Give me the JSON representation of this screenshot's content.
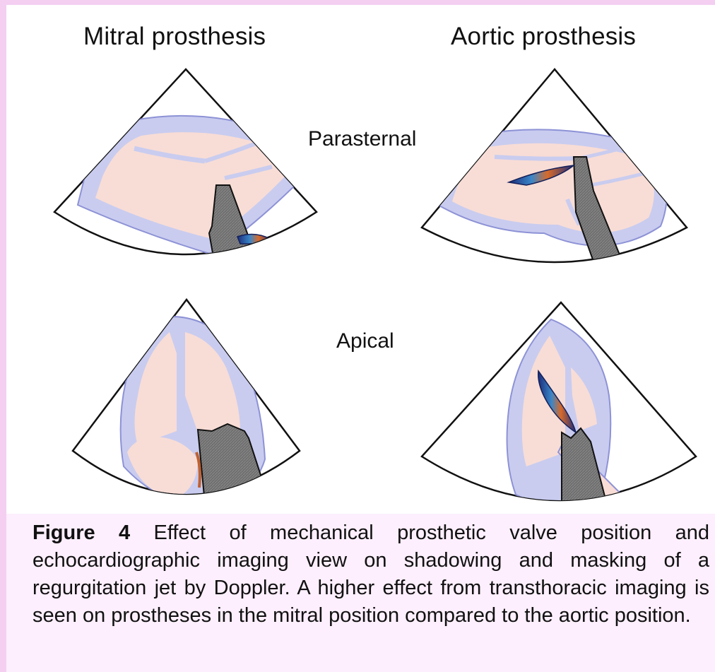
{
  "headings": {
    "left": "Mitral prosthesis",
    "right": "Aortic prosthesis"
  },
  "views": {
    "top": "Parasternal",
    "bottom": "Apical"
  },
  "caption": {
    "label": "Figure 4",
    "text": " Effect of mechanical prosthetic valve position and echocardiographic imaging view on shadowing and masking of a regurgitation jet by Doppler. A higher effect from transthoracic imaging is seen on prostheses in the mitral position compared to the aortic position."
  },
  "colors": {
    "background": "#fdeffd",
    "heart_wall": "#c9ccef",
    "wall_outline": "#8d92d6",
    "chamber": "#f8ddd6",
    "shadow": "#6e6e6e",
    "jet": "#2a3b8a"
  }
}
